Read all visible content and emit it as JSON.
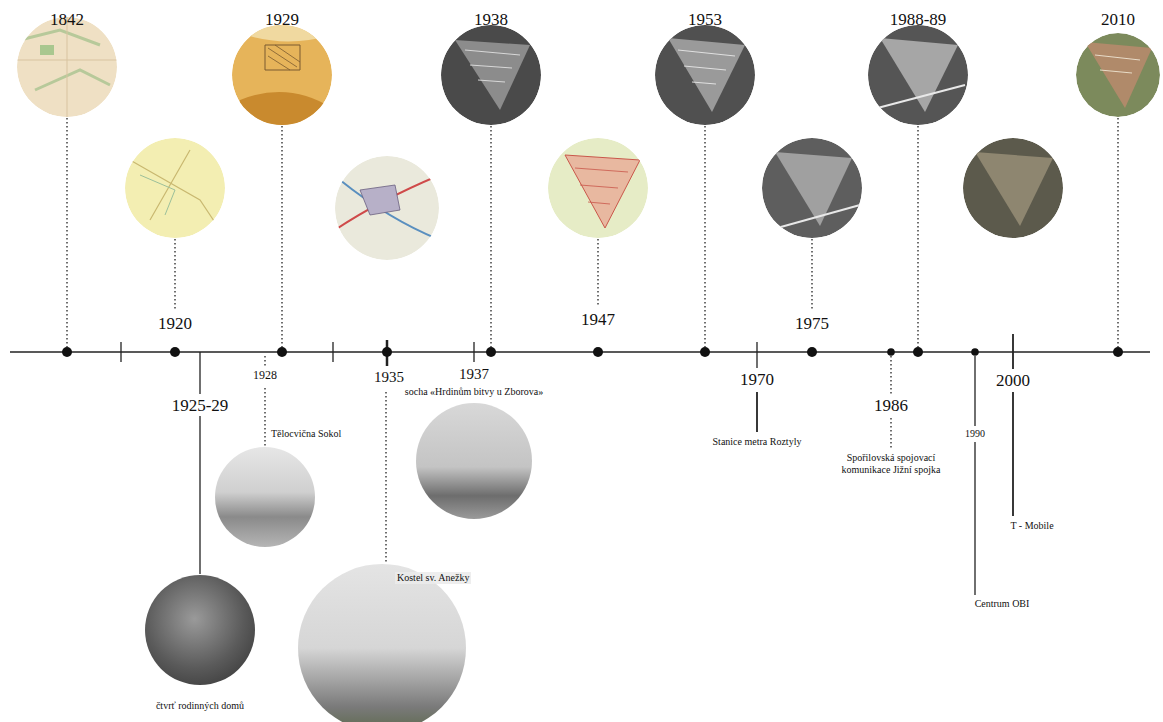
{
  "diagram": {
    "nodes": [
      {
        "text": [
          "čtvrť rodinných domů"
        ]
      },
      {
        "text": [
          "Tělocvična Sokol"
        ]
      },
      {
        "text": [
          "Kostel sv. Anežky"
        ]
      },
      {
        "text": [
          "socha «Hrdinům bitvy u Zborova»"
        ]
      }
    ],
    "labels": [
      "1842",
      "1929",
      "1938",
      "1953",
      "1988-89",
      "2010",
      "1920",
      "1947",
      "1975",
      "1928",
      "1935",
      "1937",
      "1970",
      "1986",
      "1990",
      "2000",
      "1925-29",
      "Stanice metra Roztyly",
      "Spořilovská spojovací komunikace Jižní spojka",
      "Centrum OBI",
      "T - Mobile"
    ]
  }
}
